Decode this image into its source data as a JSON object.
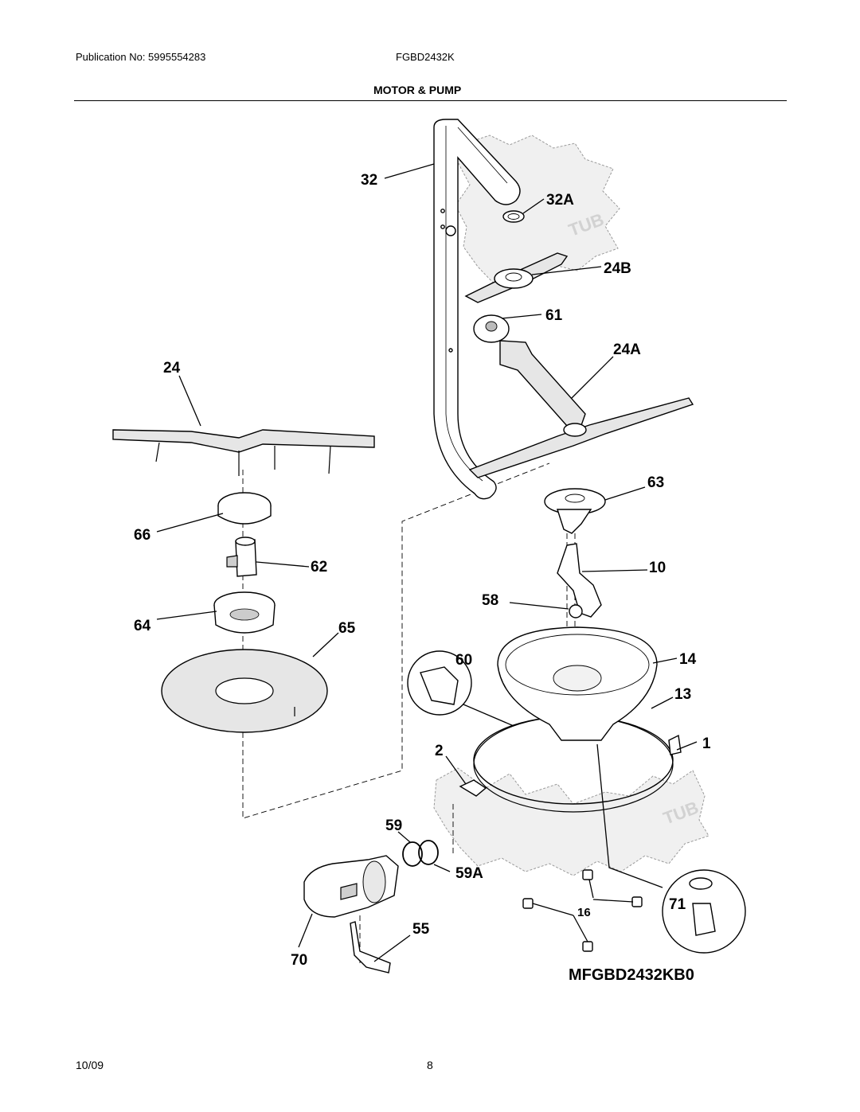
{
  "header": {
    "publication": "Publication No: 5995554283",
    "model": "FGBD2432K",
    "section_title": "MOTOR & PUMP"
  },
  "diagram": {
    "callouts": {
      "c32": "32",
      "c32A": "32A",
      "c24B": "24B",
      "c61": "61",
      "c24A": "24A",
      "c24": "24",
      "c63": "63",
      "c66": "66",
      "c62": "62",
      "c10": "10",
      "c58": "58",
      "c64": "64",
      "c65": "65",
      "c60": "60",
      "c14": "14",
      "c13": "13",
      "c1": "1",
      "c2": "2",
      "c59": "59",
      "c59A": "59A",
      "c16": "16",
      "c71": "71",
      "c55": "55",
      "c70": "70"
    },
    "tub_labels": [
      "TUB",
      "TUB"
    ],
    "drawing_code": "MFGBD2432KB0"
  },
  "footer": {
    "date": "10/09",
    "page": "8"
  }
}
